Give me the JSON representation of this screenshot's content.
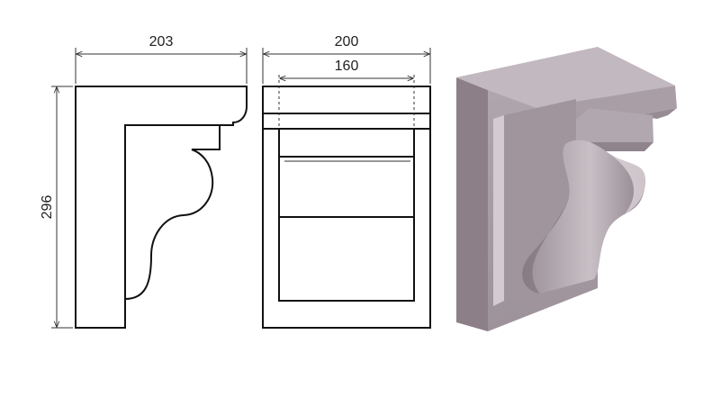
{
  "dimensions": {
    "side_width": "203",
    "front_width": "200",
    "front_inner_width": "160",
    "height": "296"
  },
  "colors": {
    "line": "#111111",
    "model_front": "#a69ba3",
    "model_side": "#8c7f88",
    "model_top": "#c2b8bf",
    "model_highlight": "#d6ced3"
  }
}
